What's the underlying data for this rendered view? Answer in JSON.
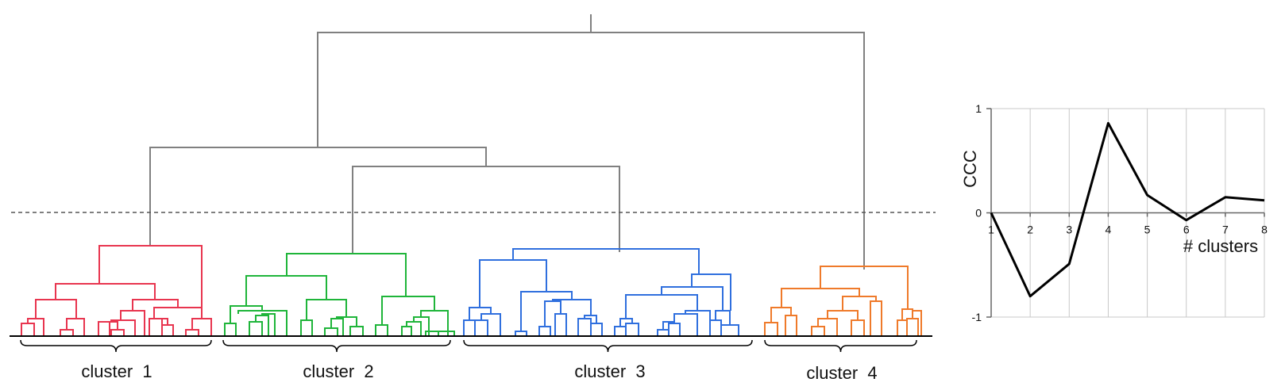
{
  "dendrogram": {
    "clusters": [
      {
        "label": "cluster  1",
        "color": "#e8354f"
      },
      {
        "label": "cluster  2",
        "color": "#1fb53a"
      },
      {
        "label": "cluster  3",
        "color": "#2f6fde"
      },
      {
        "label": "cluster  4",
        "color": "#ef7a2a"
      }
    ],
    "link_color": "#808080",
    "cut_line": "dashed"
  },
  "chart_data": {
    "type": "line",
    "x": [
      1,
      2,
      3,
      4,
      5,
      6,
      7,
      8
    ],
    "y": [
      0,
      -0.8,
      -0.49,
      0.86,
      0.17,
      -0.07,
      0.15,
      0.12
    ],
    "xlabel": "# clusters",
    "ylabel": "CCC",
    "xlim": [
      1,
      8
    ],
    "ylim": [
      -1,
      1
    ],
    "yticks": [
      "1",
      "0",
      "-1"
    ],
    "xticks": [
      "1",
      "2",
      "3",
      "4",
      "5",
      "6",
      "7",
      "8"
    ],
    "grid": "vertical",
    "line_color": "#000000"
  }
}
